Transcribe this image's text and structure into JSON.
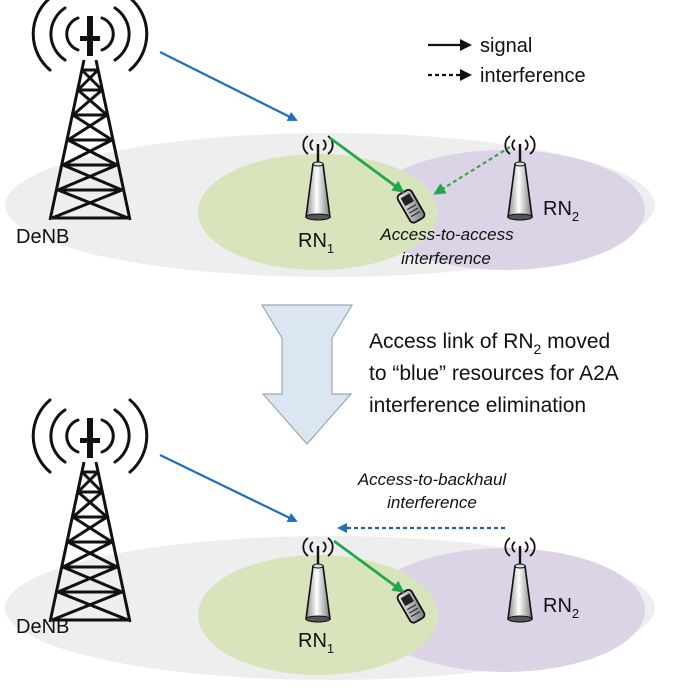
{
  "legend": {
    "signal_label": "signal",
    "interference_label": "interference"
  },
  "top_scenario": {
    "denb_label": "DeNB",
    "rn1_label": "RN",
    "rn1_sub": "1",
    "rn2_label": "RN",
    "rn2_sub": "2",
    "annotation_line1": "Access-to-access",
    "annotation_line2": "interference"
  },
  "transition": {
    "line1_text": "Access link of RN",
    "line1_sub": "2",
    "line1_tail": " moved",
    "line2": "to “blue” resources for A2A",
    "line3": "interference elimination"
  },
  "bottom_scenario": {
    "denb_label": "DeNB",
    "rn1_label": "RN",
    "rn1_sub": "1",
    "rn2_label": "RN",
    "rn2_sub": "2",
    "annotation_line1": "Access-to-backhaul",
    "annotation_line2": "interference"
  },
  "colors": {
    "signal_blue": "#1f6fc0",
    "signal_green": "#22a84a",
    "interference_blue": "#2060b0",
    "interference_green": "#33a844",
    "rn1_cell": "#d7e4bc",
    "rn2_cell": "#ddd3e6",
    "macro_cell": "#eeeeee",
    "down_arrow": "#dce6f2"
  }
}
